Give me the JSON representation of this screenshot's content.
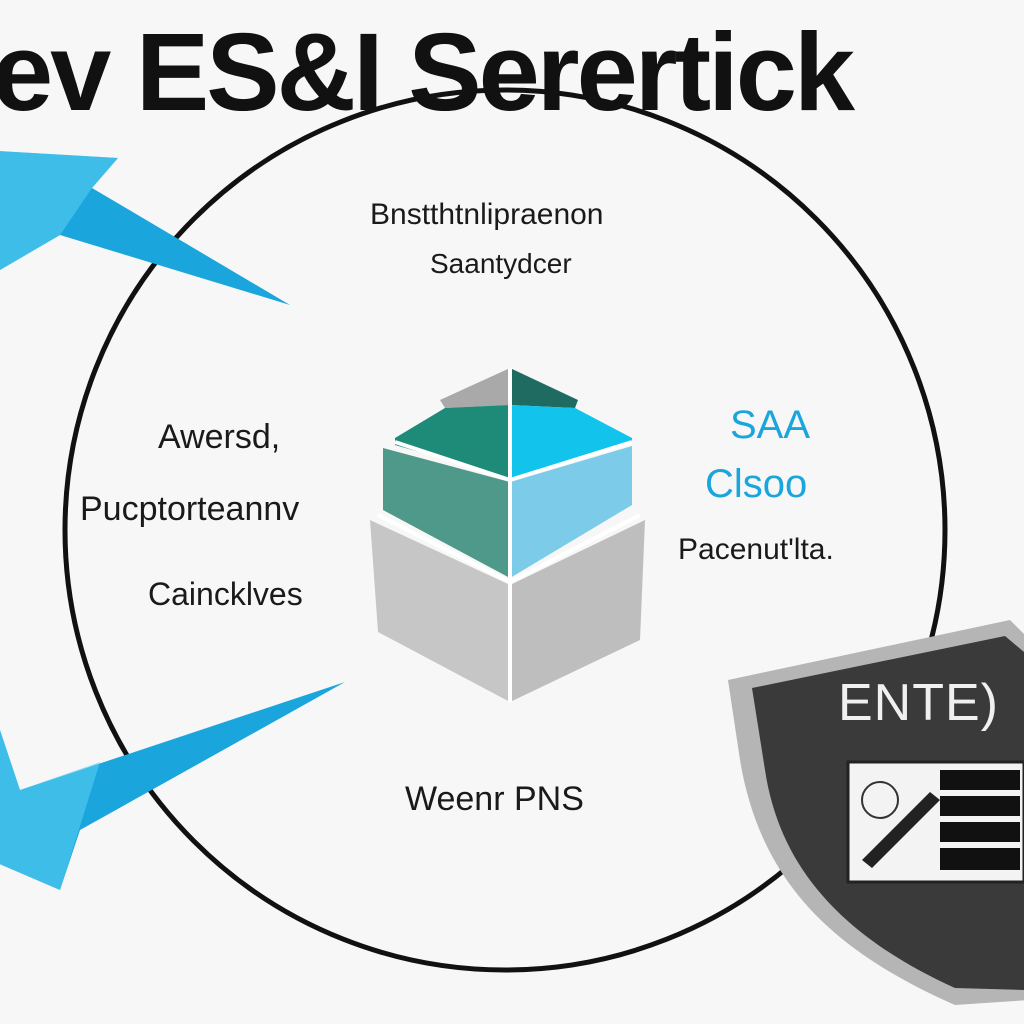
{
  "title": "ev ES&I Serertick",
  "top_labels": [
    "Bnstthtnlipraenon",
    "Saantydcer"
  ],
  "left_labels": [
    "Awersd,",
    "Pucptorteannv",
    "Caincklves"
  ],
  "right_labels": [
    "SAA",
    "Clsoo",
    "Pacenut'lta."
  ],
  "bottom_label": "Weenr PNS",
  "shield_text": "ENTE)",
  "colors": {
    "accent_blue": "#1aa6dd",
    "teal": "#1e8a78",
    "dark_teal": "#1f6b62",
    "sky": "#7ccbe8",
    "gray": "#c8c8c8",
    "shield_dark": "#3a3a3a"
  },
  "icons": [
    "blue-arrow-icon",
    "cube-icon",
    "shield-icon",
    "server-stack-icon",
    "pen-icon"
  ]
}
